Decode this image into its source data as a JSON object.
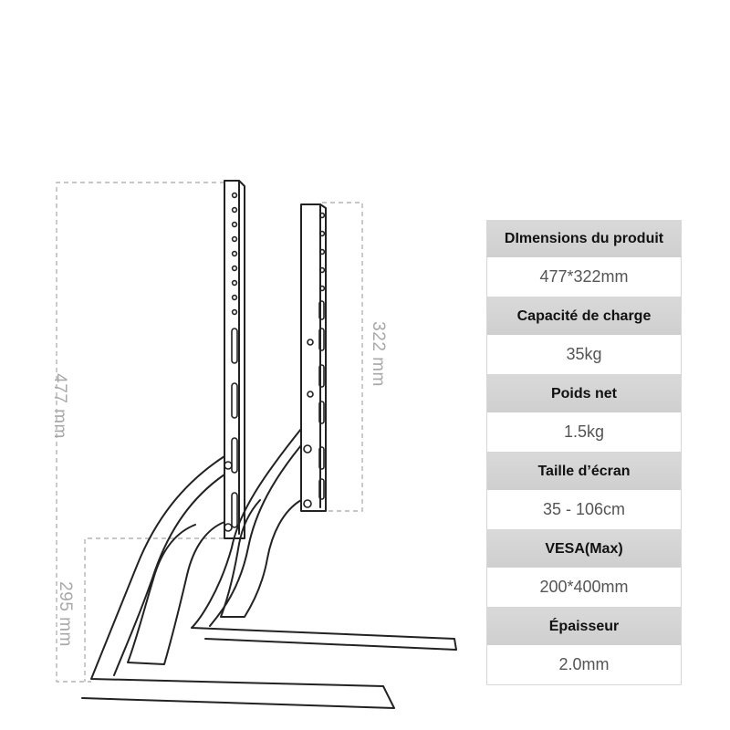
{
  "dimensions": {
    "total_height": "477 mm",
    "column_height": "322 mm",
    "base_height": "295 mm"
  },
  "specs": [
    {
      "label": "DImensions du produit",
      "value": "477*322mm"
    },
    {
      "label": "Capacité de charge",
      "value": "35kg"
    },
    {
      "label": "Poids net",
      "value": "1.5kg"
    },
    {
      "label": "Taille d’écran",
      "value": "35 - 106cm"
    },
    {
      "label": "VESA(Max)",
      "value": "200*400mm"
    },
    {
      "label": "Épaisseur",
      "value": "2.0mm"
    }
  ],
  "colors": {
    "line": "#222222",
    "dimension_line": "#b0b0b0",
    "table_header": "#d4d4d4"
  }
}
